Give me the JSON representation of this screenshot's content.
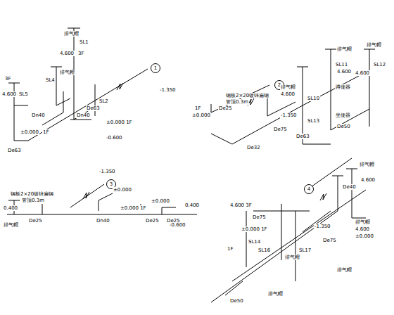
{
  "diagram": {
    "nodes": [
      {
        "text": [
          "1"
        ]
      },
      {
        "text": [
          "2"
        ]
      },
      {
        "text": [
          "3"
        ]
      },
      {
        "text": [
          "4"
        ]
      }
    ],
    "labels": [
      "排气帽",
      "4.600",
      "3F",
      "SL1",
      "SL4",
      "排气帽",
      "3F",
      "4.600",
      "SL5",
      "Dn40",
      "±0.000",
      "1F",
      "SL2",
      "Dn40",
      "De63",
      "±0.000 1F",
      "-1.350",
      "-0.600",
      "De63",
      "排气帽",
      "4.600",
      "SL10",
      "排气帽",
      "4.600",
      "SL11",
      "排气帽",
      "4.600",
      "SL12",
      "De25",
      "钢板2×20镀锌扁钢",
      "管顶0.3m",
      "1F",
      "±0.000",
      "-1.350",
      "SL13",
      "De75",
      "De63",
      "De50",
      "De32",
      "蹲便器",
      "坐便器",
      "-1.350",
      "±0.000",
      "0.400",
      "钢板2×20镀锌扁钢",
      "管顶0.3m",
      "De25",
      "Dn40",
      "±0.000 1F",
      "De25",
      "De25",
      "0.400",
      "±0.000",
      "-0.600",
      "排气帽",
      "排气帽",
      "De40",
      "4.600",
      "4.600 3F",
      "De75",
      "±0.000 1F",
      "SL14",
      "SL16",
      "SL17",
      "De75",
      "排气帽",
      "4.600",
      "±0.000",
      "1F",
      "排气帽",
      "排气帽",
      "排气帽",
      "De50",
      "-1.350"
    ]
  }
}
